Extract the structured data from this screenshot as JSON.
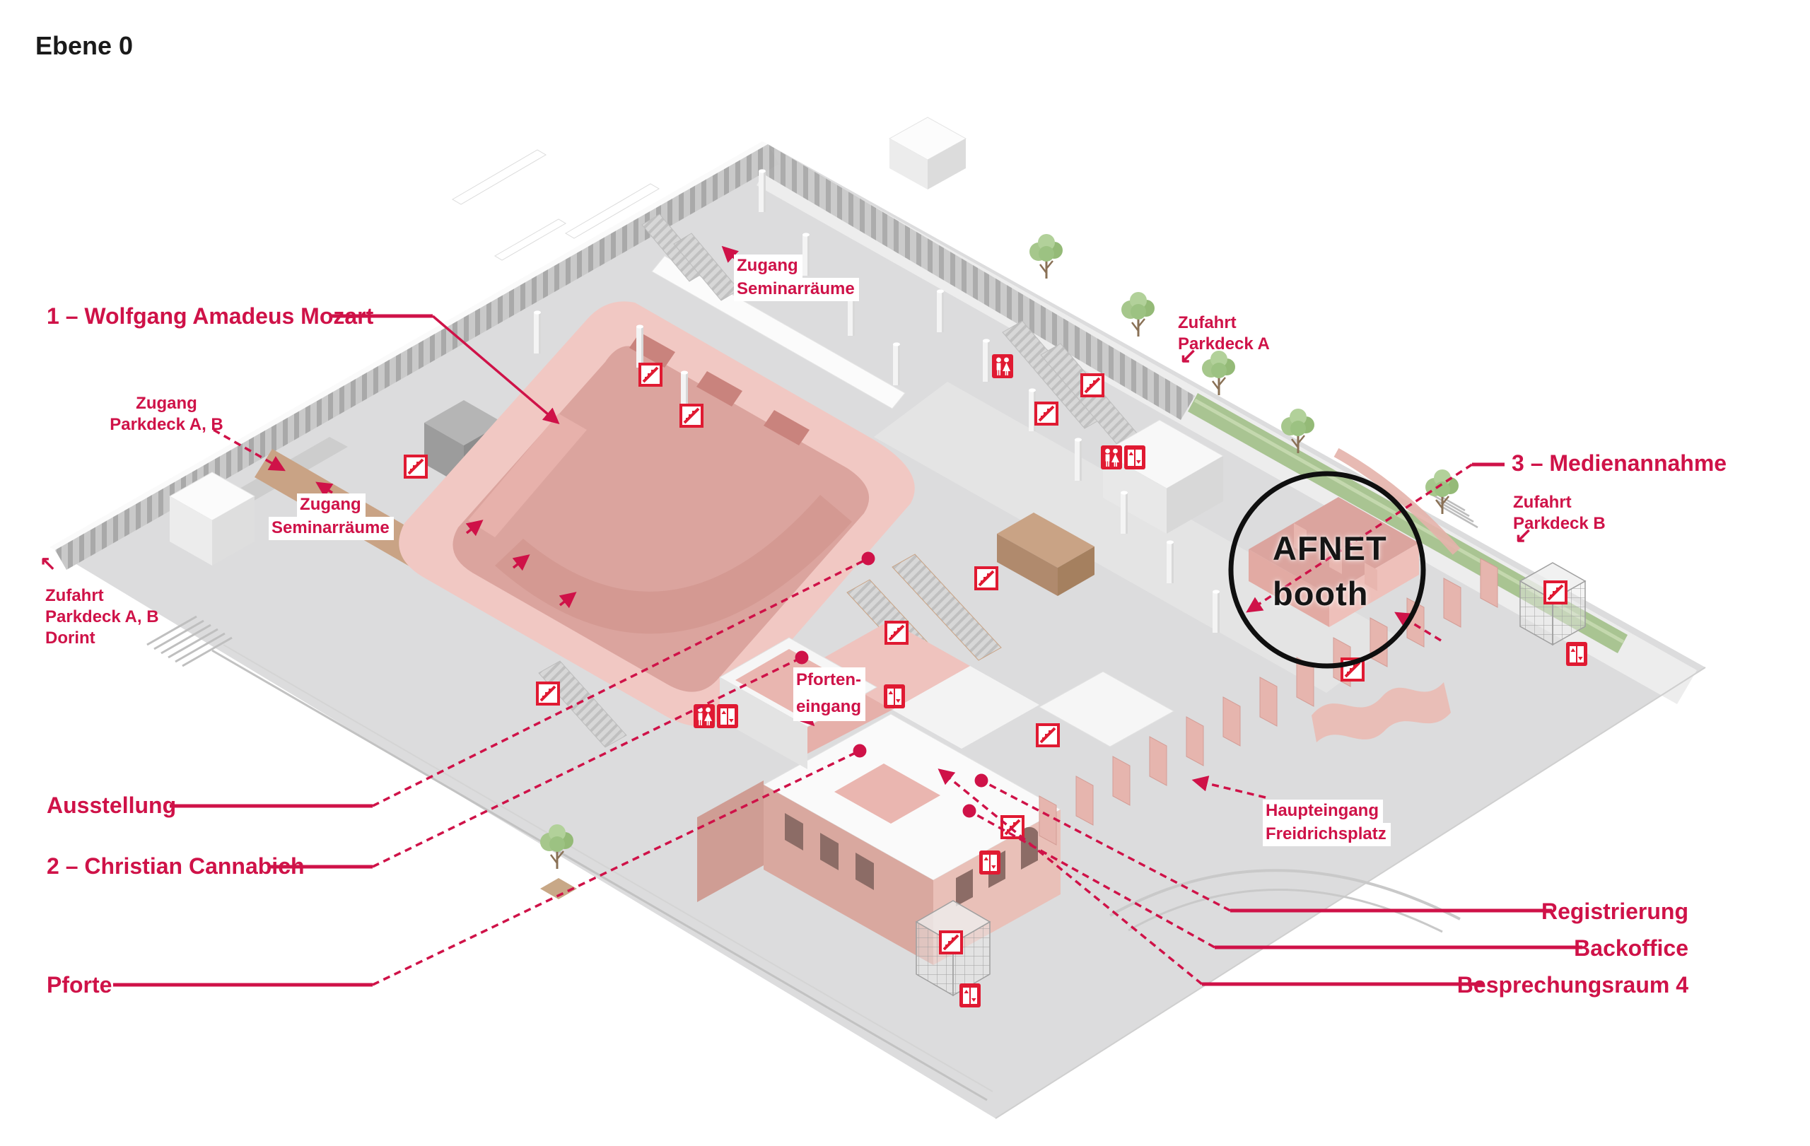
{
  "page": {
    "title": "Ebene 0"
  },
  "colors": {
    "label_red": "#cf1248",
    "line_red": "#cf1248",
    "icon_red": "#e01a32",
    "annotation_black": "#141414",
    "ground_gray": "#dcdcdd",
    "walkway_gray": "#ededed",
    "wall_gray": "#c9c9c9",
    "hall_floor_pink": "#dba49e",
    "hall_wall_pink": "#f1c8c3",
    "brick_pink": "#d9a89f",
    "colonnade_pink": "#e6b5ae",
    "tan_beige": "#c8a284",
    "grass_green": "#a9c492",
    "tree_green": "#9cc282"
  },
  "map_labels": {
    "hall1": {
      "text": "1 – Wolfgang Amadeus Mozart"
    },
    "zugang_seminarraeume_top": {
      "line1": "Zugang",
      "line2": "Seminarräume"
    },
    "zufahrt_parkdeck_a": {
      "line1": "Zufahrt",
      "line2": "Parkdeck A"
    },
    "hall3": {
      "text": "3 – Medienannahme"
    },
    "zufahrt_parkdeck_b": {
      "line1": "Zufahrt",
      "line2": "Parkdeck B"
    },
    "zugang_parkdeck_ab": {
      "line1": "Zugang",
      "line2": "Parkdeck A, B"
    },
    "zugang_seminarraeume_left": {
      "line1": "Zugang",
      "line2": "Seminarräume"
    },
    "zufahrt_dorint": {
      "line1": "Zufahrt",
      "line2": "Parkdeck A, B",
      "line3": "Dorint"
    },
    "pforteneingang": {
      "line1": "Pforten-",
      "line2": "eingang"
    },
    "ausstellung": {
      "text": "Ausstellung"
    },
    "hall2": {
      "text": "2 – Christian Cannabich"
    },
    "pforte": {
      "text": "Pforte"
    },
    "registrierung": {
      "text": "Registrierung"
    },
    "backoffice": {
      "text": "Backoffice"
    },
    "besprechungsraum4": {
      "text": "Besprechungsraum 4"
    },
    "haupteingang": {
      "line1": "Haupteingang",
      "line2": "Freidrichsplatz"
    }
  },
  "annotation": {
    "line1": "AFNET",
    "line2": "booth"
  },
  "icons": {
    "sw_arrow": "↙",
    "nw_arrow": "↖",
    "escalator_closed": "escalator-closed-icon",
    "wc": "wc-icon",
    "elevator": "elevator-icon"
  }
}
